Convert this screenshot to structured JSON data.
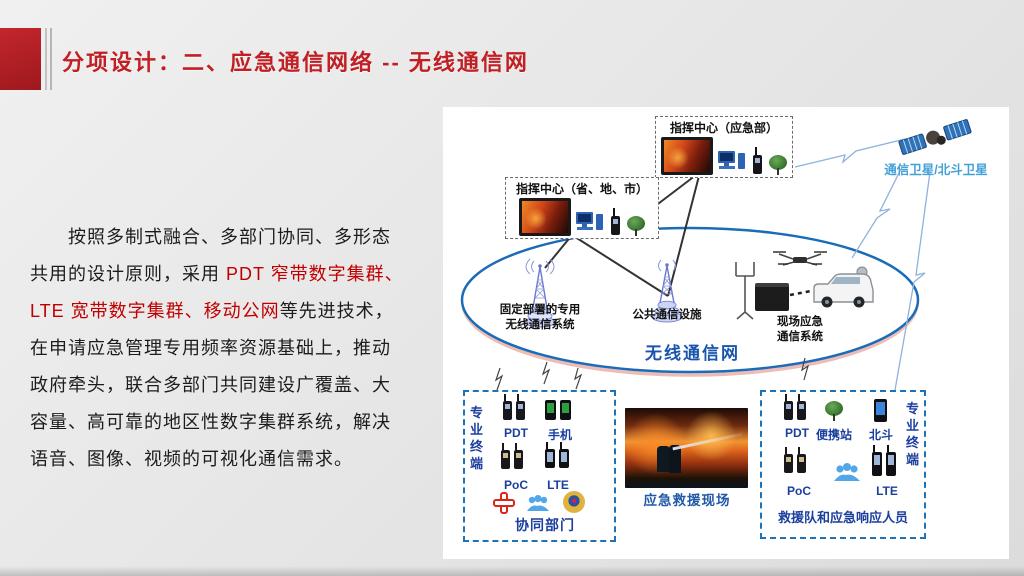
{
  "title": "分项设计：二、应急通信网络 -- 无线通信网",
  "colors": {
    "accent_red": "#b91f24",
    "title_red": "#c01f24",
    "body_red": "#c00000",
    "diagram_box_blue": "#1e73b8",
    "navy_label": "#1b3f9e",
    "satellite_label_blue": "#45a0d8",
    "network_label_blue": "#1a55ad",
    "ellipse_blue": "#1a6cb8"
  },
  "body": {
    "lines": [
      [
        {
          "t": "　　按照多制式融合、多部门协同、多形态"
        }
      ],
      [
        {
          "t": "共用的设计原则，采用 "
        },
        {
          "t": "PDT 窄带数字集群、"
        }
      ],
      [
        {
          "t": "LTE 宽带数字集群、移动公网"
        },
        {
          "t": "等先进技术，"
        }
      ],
      [
        {
          "t": "在申请应急管理专用频率资源基础上，推动"
        }
      ],
      [
        {
          "t": "政府牵头，联合多部门共同建设广覆盖、大"
        }
      ],
      [
        {
          "t": "容量、高可靠的地区性数字集群系统，解决"
        }
      ],
      [
        {
          "t": "语音、图像、视频的可视化通信需求。"
        }
      ]
    ]
  },
  "diagram": {
    "hq_top_label": "指挥中心（应急部）",
    "hq_mid_label": "指挥中心（省、地、市）",
    "satellite_label": "通信卫星/北斗卫星",
    "network_label": "无线通信网",
    "fixed_label_1": "固定部署的专用",
    "fixed_label_2": "无线通信系统",
    "public_label": "公共通信设施",
    "field_label_1": "现场应急",
    "field_label_2": "通信系统",
    "scene_label": "应急救援现场",
    "left_box": {
      "vertical": "专业终端",
      "pdt": "PDT",
      "phone": "手机",
      "poc": "PoC",
      "lte": "LTE",
      "caption": "协同部门"
    },
    "right_box": {
      "vertical": "专业终端",
      "pdt": "PDT",
      "portable": "便携站",
      "beidou": "北斗",
      "poc": "PoC",
      "lte": "LTE",
      "caption": "救援队和应急响应人员"
    }
  }
}
